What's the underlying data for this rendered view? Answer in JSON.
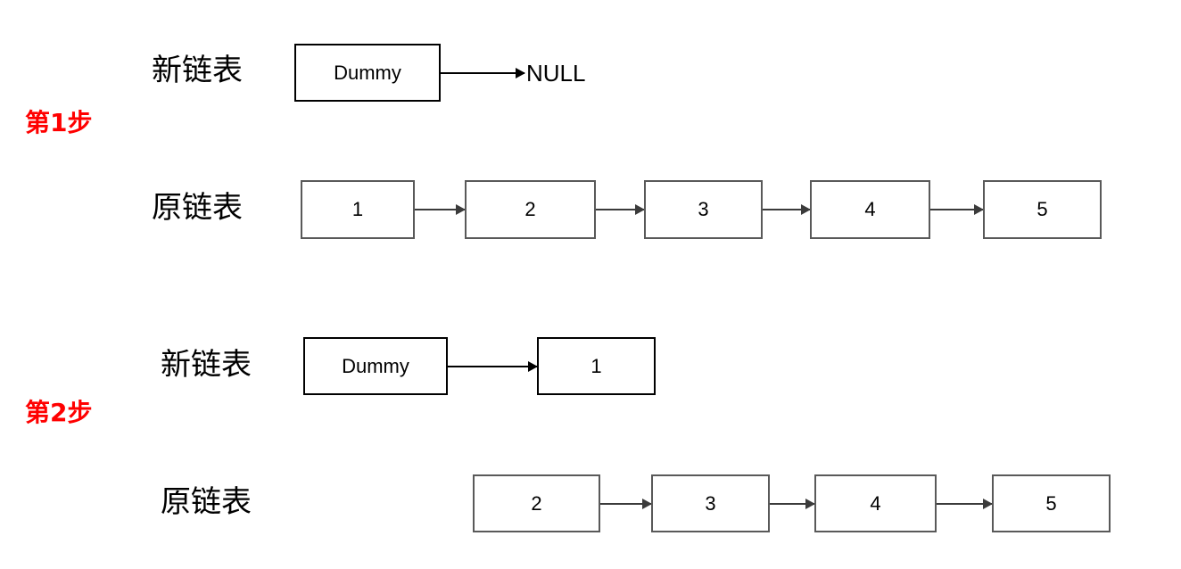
{
  "diagram": {
    "title": "Linked list dummy-head insertion steps",
    "background_color": "#ffffff",
    "accent_color": "#ff0000",
    "box_border_color": "#000000",
    "arrow_color": "#000000"
  },
  "steps": [
    {
      "label": "第1步",
      "rows": [
        {
          "caption": "新链表",
          "nodes": [
            {
              "label": "Dummy"
            }
          ],
          "terminal": "NULL"
        },
        {
          "caption": "原链表",
          "nodes": [
            {
              "label": "1"
            },
            {
              "label": "2"
            },
            {
              "label": "3"
            },
            {
              "label": "4"
            },
            {
              "label": "5"
            }
          ],
          "terminal": ""
        }
      ]
    },
    {
      "label": "第2步",
      "rows": [
        {
          "caption": "新链表",
          "nodes": [
            {
              "label": "Dummy"
            },
            {
              "label": "1"
            }
          ],
          "terminal": ""
        },
        {
          "caption": "原链表",
          "nodes": [
            {
              "label": "2"
            },
            {
              "label": "3"
            },
            {
              "label": "4"
            },
            {
              "label": "5"
            }
          ],
          "terminal": ""
        }
      ]
    }
  ]
}
